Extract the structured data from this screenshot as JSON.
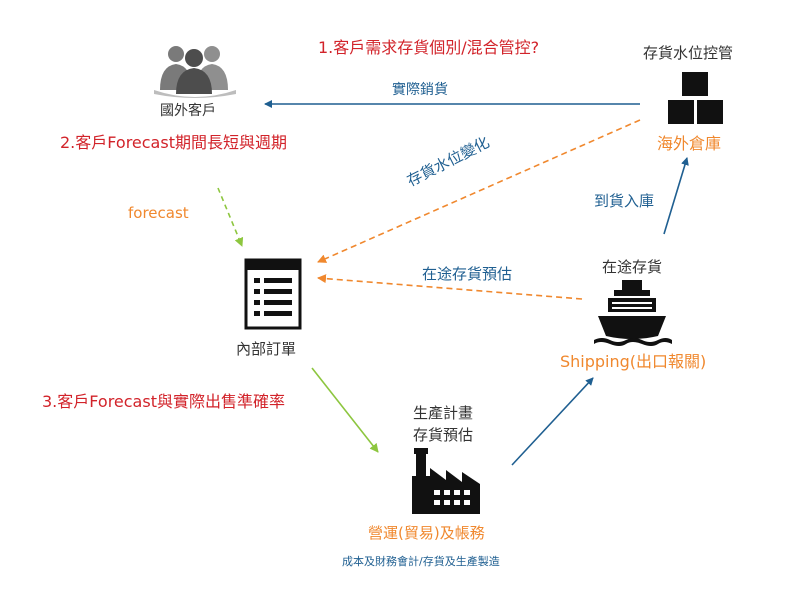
{
  "colors": {
    "red": "#d2232a",
    "orange": "#f0882e",
    "blue": "#1f5f91",
    "green": "#8dc63f",
    "dark": "#333333"
  },
  "labels": {
    "q1": "1.客戶需求存貨個別/混合管控?",
    "q2": "2.客戶Forecast期間長短與週期",
    "q3": "3.客戶Forecast與實際出售準確率",
    "customers": "國外客戶",
    "inventory_control": "存貨水位控管",
    "warehouse": "海外倉庫",
    "actual_sales": "實際銷貨",
    "inventory_change": "存貨水位變化",
    "arrival": "到貨入庫",
    "in_transit_forecast": "在途存貨預估",
    "in_transit": "在途存貨",
    "forecast": "forecast",
    "internal_orders": "內部訂單",
    "production_plan": "生產計畫",
    "inventory_forecast": "存貨預估",
    "shipping": "Shipping(出口報關)",
    "operations": "營運(貿易)及帳務",
    "accounting": "成本及財務會計/存貨及生產製造"
  },
  "icons": [
    "people-group-icon",
    "boxes-icon",
    "document-list-icon",
    "ship-icon",
    "factory-icon"
  ]
}
